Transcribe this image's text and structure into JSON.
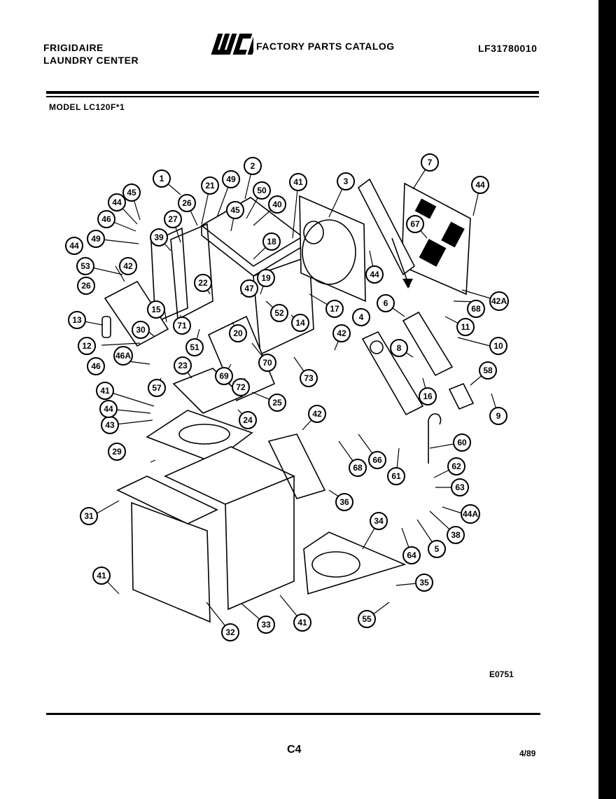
{
  "header": {
    "brand_line1": "FRIGIDAIRE",
    "brand_line2": "LAUNDRY CENTER",
    "logo_text": "WCI",
    "catalog_title": "FACTORY PARTS CATALOG",
    "catalog_number": "LF31780010"
  },
  "model": "MODEL LC120F*1",
  "diagram_code": "E0751",
  "footer": {
    "page": "C4",
    "date": "4/89"
  },
  "callouts": [
    {
      "id": "c1",
      "label": "1"
    },
    {
      "id": "c2",
      "label": "2"
    },
    {
      "id": "c3",
      "label": "3"
    },
    {
      "id": "c4",
      "label": "4"
    },
    {
      "id": "c5",
      "label": "5"
    },
    {
      "id": "c6",
      "label": "6"
    },
    {
      "id": "c7",
      "label": "7"
    },
    {
      "id": "c8",
      "label": "8"
    },
    {
      "id": "c9",
      "label": "9"
    },
    {
      "id": "c10",
      "label": "10"
    },
    {
      "id": "c11",
      "label": "11"
    },
    {
      "id": "c12",
      "label": "12"
    },
    {
      "id": "c13",
      "label": "13"
    },
    {
      "id": "c14",
      "label": "14"
    },
    {
      "id": "c15",
      "label": "15"
    },
    {
      "id": "c16",
      "label": "16"
    },
    {
      "id": "c17",
      "label": "17"
    },
    {
      "id": "c18",
      "label": "18"
    },
    {
      "id": "c19",
      "label": "19"
    },
    {
      "id": "c20",
      "label": "20"
    },
    {
      "id": "c21",
      "label": "21"
    },
    {
      "id": "c22",
      "label": "22"
    },
    {
      "id": "c23",
      "label": "23"
    },
    {
      "id": "c24",
      "label": "24"
    },
    {
      "id": "c25",
      "label": "25"
    },
    {
      "id": "c26a",
      "label": "26"
    },
    {
      "id": "c26b",
      "label": "26"
    },
    {
      "id": "c27",
      "label": "27"
    },
    {
      "id": "c29",
      "label": "29"
    },
    {
      "id": "c30",
      "label": "30"
    },
    {
      "id": "c31",
      "label": "31"
    },
    {
      "id": "c32",
      "label": "32"
    },
    {
      "id": "c33",
      "label": "33"
    },
    {
      "id": "c34",
      "label": "34"
    },
    {
      "id": "c35",
      "label": "35"
    },
    {
      "id": "c36",
      "label": "36"
    },
    {
      "id": "c38",
      "label": "38"
    },
    {
      "id": "c39",
      "label": "39"
    },
    {
      "id": "c40",
      "label": "40"
    },
    {
      "id": "c41a",
      "label": "41"
    },
    {
      "id": "c41b",
      "label": "41"
    },
    {
      "id": "c41c",
      "label": "41"
    },
    {
      "id": "c41d",
      "label": "41"
    },
    {
      "id": "c42a",
      "label": "42"
    },
    {
      "id": "c42b",
      "label": "42"
    },
    {
      "id": "c42c",
      "label": "42"
    },
    {
      "id": "c42A",
      "label": "42A"
    },
    {
      "id": "c43",
      "label": "43"
    },
    {
      "id": "c44a",
      "label": "44"
    },
    {
      "id": "c44b",
      "label": "44"
    },
    {
      "id": "c44c",
      "label": "44"
    },
    {
      "id": "c44d",
      "label": "44"
    },
    {
      "id": "c44e",
      "label": "44"
    },
    {
      "id": "c44A",
      "label": "44A"
    },
    {
      "id": "c45a",
      "label": "45"
    },
    {
      "id": "c45b",
      "label": "45"
    },
    {
      "id": "c46a",
      "label": "46"
    },
    {
      "id": "c46b",
      "label": "46"
    },
    {
      "id": "c46A",
      "label": "46A"
    },
    {
      "id": "c47",
      "label": "47"
    },
    {
      "id": "c49a",
      "label": "49"
    },
    {
      "id": "c49b",
      "label": "49"
    },
    {
      "id": "c50",
      "label": "50"
    },
    {
      "id": "c51",
      "label": "51"
    },
    {
      "id": "c52",
      "label": "52"
    },
    {
      "id": "c53",
      "label": "53"
    },
    {
      "id": "c55",
      "label": "55"
    },
    {
      "id": "c57",
      "label": "57"
    },
    {
      "id": "c58",
      "label": "58"
    },
    {
      "id": "c60",
      "label": "60"
    },
    {
      "id": "c61",
      "label": "61"
    },
    {
      "id": "c62",
      "label": "62"
    },
    {
      "id": "c63",
      "label": "63"
    },
    {
      "id": "c64",
      "label": "64"
    },
    {
      "id": "c66",
      "label": "66"
    },
    {
      "id": "c67",
      "label": "67"
    },
    {
      "id": "c68a",
      "label": "68"
    },
    {
      "id": "c68b",
      "label": "68"
    },
    {
      "id": "c69",
      "label": "69"
    },
    {
      "id": "c70",
      "label": "70"
    },
    {
      "id": "c71",
      "label": "71"
    },
    {
      "id": "c72",
      "label": "72"
    },
    {
      "id": "c73",
      "label": "73"
    }
  ]
}
